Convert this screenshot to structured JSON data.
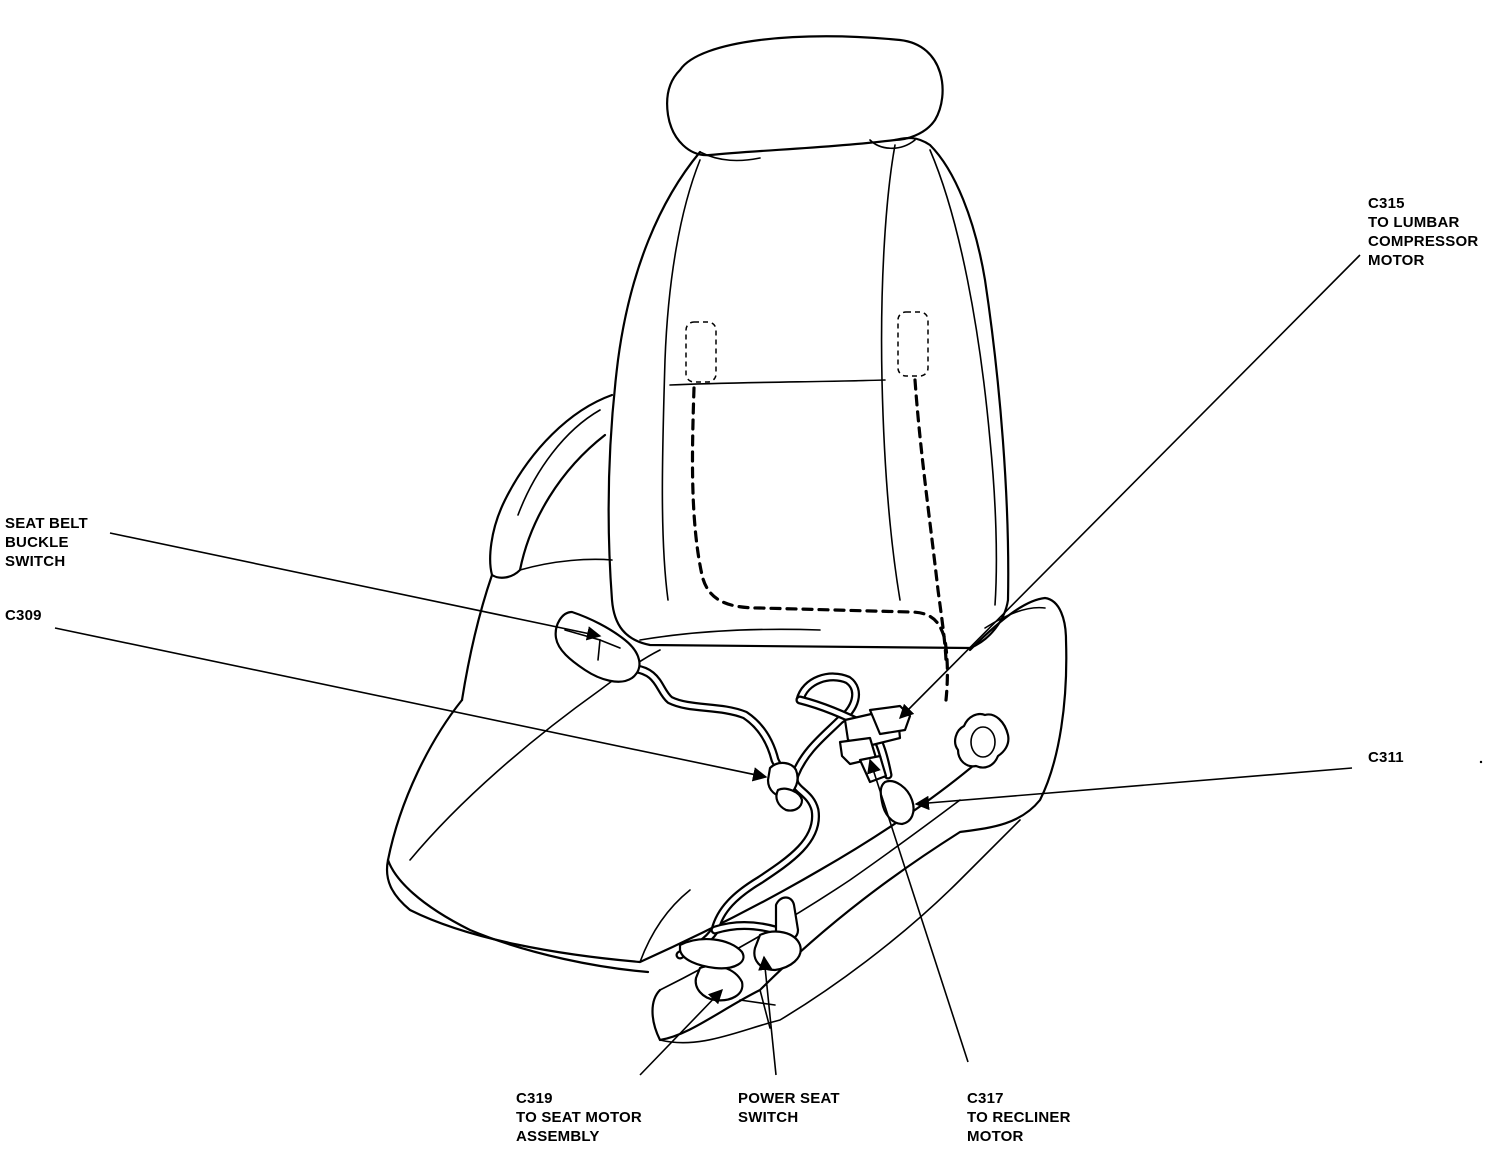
{
  "labels": {
    "c315": [
      "C315",
      "TO LUMBAR",
      "COMPRESSOR",
      "MOTOR"
    ],
    "seat_belt": [
      "SEAT BELT",
      "BUCKLE",
      "SWITCH"
    ],
    "c309": [
      "C309"
    ],
    "c311": [
      "C311"
    ],
    "c319": [
      "C319",
      "TO SEAT MOTOR",
      "ASSEMBLY"
    ],
    "power_seat": [
      "POWER SEAT",
      "SWITCH"
    ],
    "c317": [
      "C317",
      "TO RECLINER",
      "MOTOR"
    ]
  }
}
